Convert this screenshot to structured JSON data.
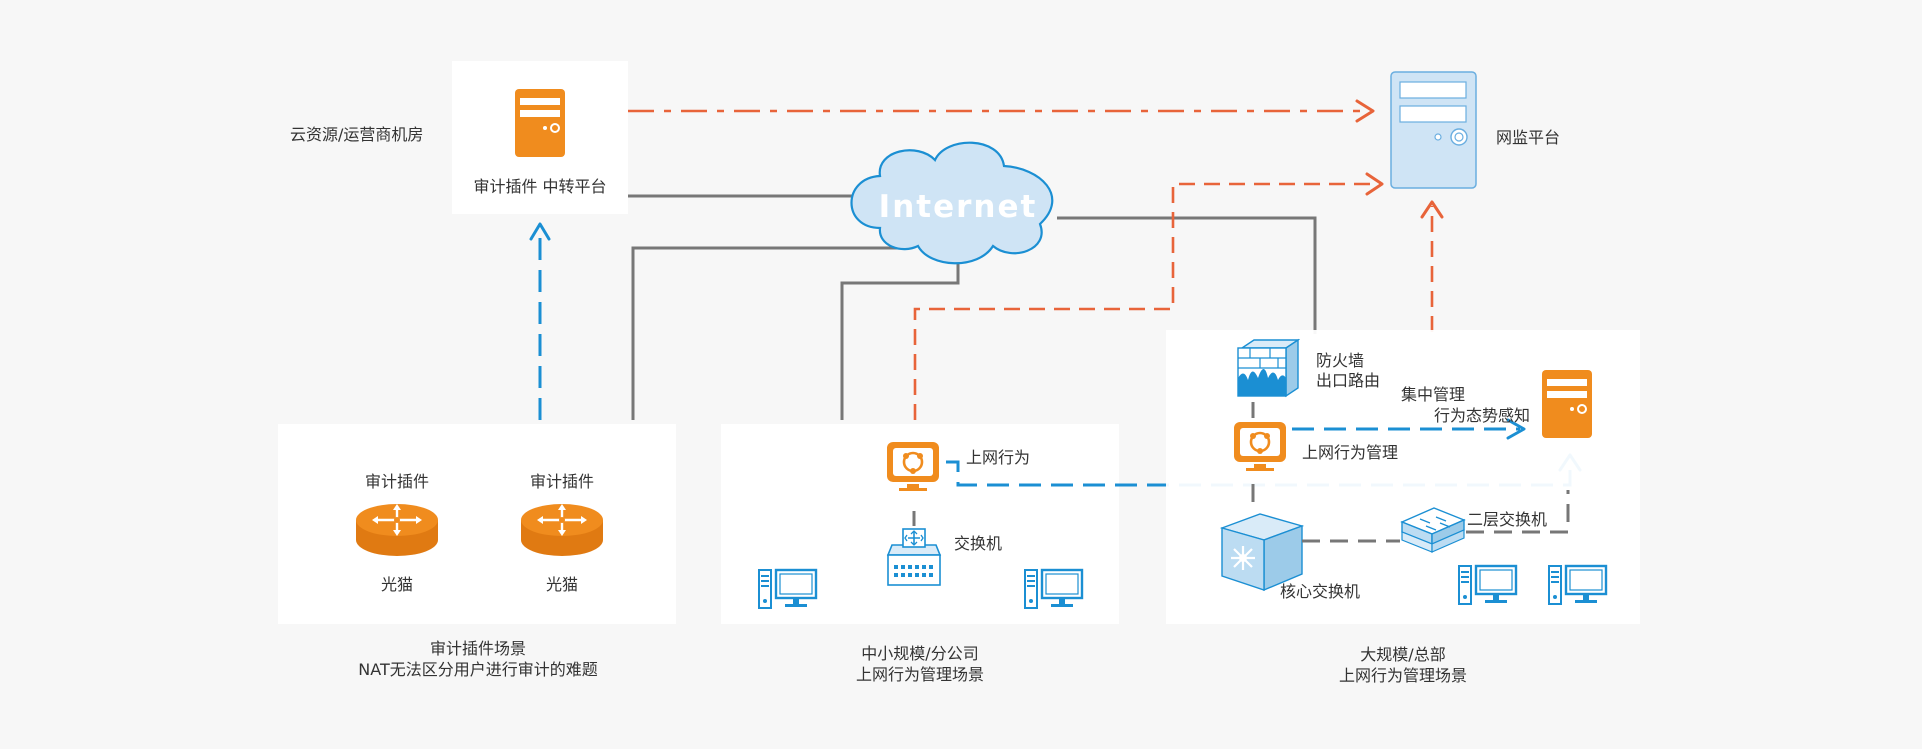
{
  "cloud": {
    "label": "Internet"
  },
  "top_left": {
    "group_label": "云资源/运营商机房",
    "node_label": "审计插件  中转平台"
  },
  "monitor": {
    "label": "网监平台"
  },
  "scenario_a": {
    "plugin_1": "审计插件",
    "plugin_2": "审计插件",
    "modem_1": "光猫",
    "modem_2": "光猫",
    "caption_line1": "审计插件场景",
    "caption_line2": "NAT无法区分用户进行审计的难题"
  },
  "scenario_b": {
    "behavior": "上网行为",
    "switch": "交换机",
    "caption_line1": "中小规模/分公司",
    "caption_line2": "上网行为管理场景"
  },
  "scenario_c": {
    "firewall_line1": "防火墙",
    "firewall_line2": "出口路由",
    "mgmt_line1": "集中管理",
    "mgmt_line2": "行为态势感知",
    "behavior_mgmt": "上网行为管理",
    "l2_switch": "二层交换机",
    "core_switch": "核心交换机",
    "caption_line1": "大规模/总部",
    "caption_line2": "上网行为管理场景"
  },
  "colors": {
    "orange": "#f08c1e",
    "red_orange": "#e8643a",
    "blue": "#1b8fd3",
    "light_blue": "#cfe4f5",
    "gray_line": "#777777"
  }
}
